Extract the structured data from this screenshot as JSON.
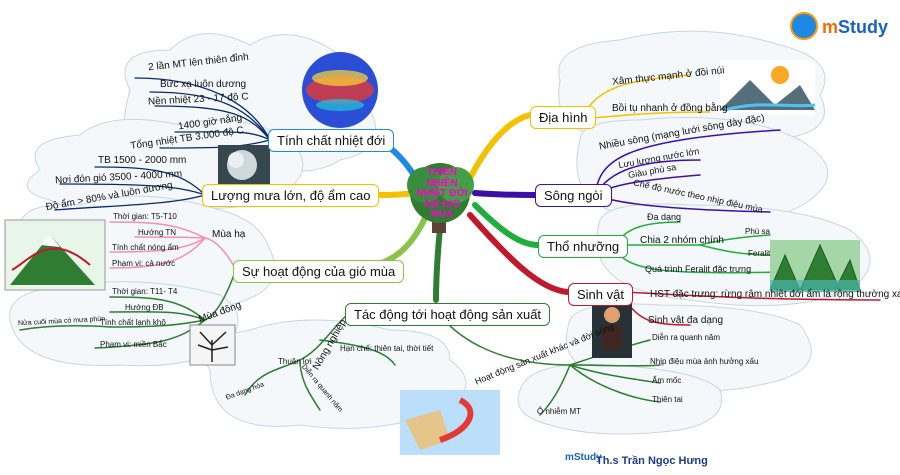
{
  "center": {
    "title_lines": [
      "THIÊN",
      "NHIÊN",
      "NHIỆT ĐỚI",
      "ẨM GIÓ",
      "MÙA"
    ]
  },
  "branches": {
    "tinh_chat": {
      "label": "Tính chất nhiệt đới",
      "items": [
        "2 lần MT lên thiên đỉnh",
        "Bức xạ luôn dương",
        "Nền nhiệt 23 - 17 độ C",
        "1400 giờ nắng",
        "Tổng nhiệt TB 3.000 độ C"
      ]
    },
    "luong_mua": {
      "label": "Lượng mưa lớn, độ ẩm cao",
      "items": [
        "TB 1500 - 2000 mm",
        "Nơi đón gió 3500 - 4000 mm",
        "Độ ẩm > 80% và luôn dương"
      ]
    },
    "gio_mua": {
      "label": "Sự hoạt động của gió mùa",
      "mua_ha": {
        "label": "Mùa hạ",
        "items": [
          "Thời gian: T5-T10",
          "Hướng TN",
          "Tính chất nóng ẩm",
          "Phạm vi: cả nước"
        ]
      },
      "mua_dong": {
        "label": "Mùa đông",
        "items": [
          "Thời gian: T11- T4",
          "Hướng ĐB",
          "Tính chất lạnh khô",
          "Phạm vi: miền Bắc"
        ],
        "extra": "Nửa cuối mùa có mưa phùn"
      }
    },
    "tac_dong": {
      "label": "Tác động tới hoạt động sản xuất",
      "nong_nghiep": {
        "label": "Nông nghiệp",
        "thuan_loi": "Thuận lợi",
        "han_che": "Hạn chế: thiên tai, thời tiết",
        "da_dang": "Đa dạng hóa",
        "dien_ra": "Diễn ra quanh năm"
      },
      "hd_khac": {
        "label": "Hoạt động sản xuất khác và đời sống",
        "items": [
          "Diễn ra quanh năm",
          "Nhịp điệu mùa ảnh hưởng xấu",
          "Ẩm mốc",
          "Thiên tai",
          "Ô nhiễm MT"
        ]
      }
    },
    "dia_hinh": {
      "label": "Địa hình",
      "items": [
        "Xâm thực mạnh ở đồi núi",
        "Bồi tụ nhanh ở đồng bằng"
      ]
    },
    "song_ngoi": {
      "label": "Sông ngòi",
      "items": [
        "Nhiều sông (mạng lưới sông dày đặc)",
        "Lưu lượng nước lớn",
        "Giàu phù sa",
        "Chế độ nước theo nhịp điệu mùa"
      ]
    },
    "tho_nhuong": {
      "label": "Thổ nhưỡng",
      "items": [
        "Đa dạng",
        "Chia 2 nhóm chính",
        "Phù sa",
        "Feralit",
        "Quá trình Feralit đặc trưng"
      ]
    },
    "sinh_vat": {
      "label": "Sinh vật",
      "items": [
        "HST đặc trưng: rừng rậm nhiệt đới ẩm lá rộng thường xanh",
        "Sinh vật đa dạng"
      ]
    }
  },
  "logo": {
    "m": "m",
    "study": "Study"
  },
  "footer": {
    "mini_logo": "mStudy",
    "author": "Th.s Trần Ngọc Hưng"
  },
  "colors": {
    "blue": "#1e88e5",
    "yellow": "#f2c200",
    "purple": "#3c10a8",
    "green": "#1fae3b",
    "red": "#c2182b",
    "navy": "#0a2a6b",
    "lime": "#8bc34a",
    "pink": "#f48fb1",
    "darkgreen": "#2e7d32",
    "brown": "#5d4037"
  }
}
